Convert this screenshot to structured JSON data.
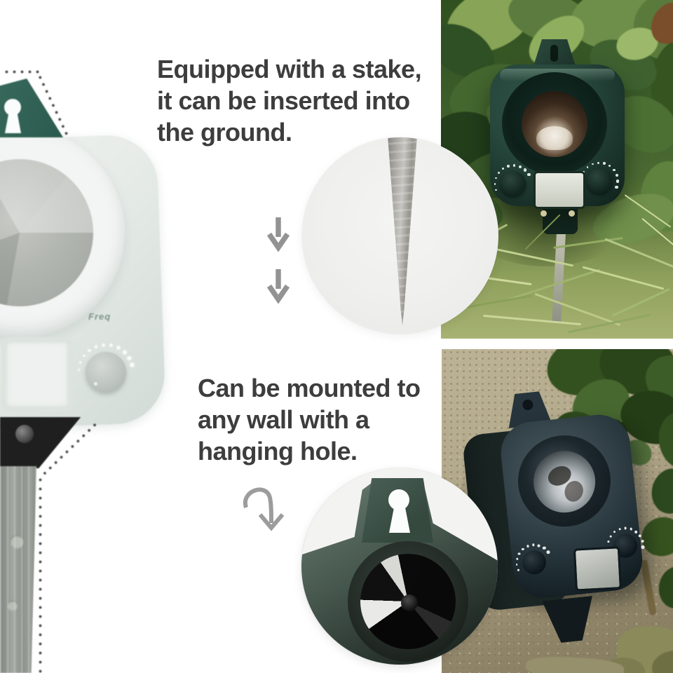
{
  "captions": {
    "stake": {
      "lines": [
        "Equipped with a stake,",
        "it can be inserted into",
        "the ground."
      ]
    },
    "wall": {
      "lines": [
        "Can be mounted to",
        "any wall with a",
        "hanging hole."
      ]
    }
  },
  "device": {
    "freq_label": "Freq"
  },
  "icons": {
    "down_arrow": "↓",
    "curved_arrow": "⤵",
    "keyhole": "keyhole-shape"
  },
  "colors": {
    "caption_text": "#3d3d3d",
    "arrow_gray": "#9a9a9a",
    "device_green": "#2c4a3e",
    "device_green_dark": "#16291f",
    "device_slate_blue": "#33434a",
    "hang_tab_green": "#2f6355",
    "faded_body": "#e7ece9",
    "inset_background": "#f0f0ee",
    "stake_metal": "#a8a7a2",
    "wall_stone": "#b2a88a",
    "foliage_green": "#46682f"
  }
}
